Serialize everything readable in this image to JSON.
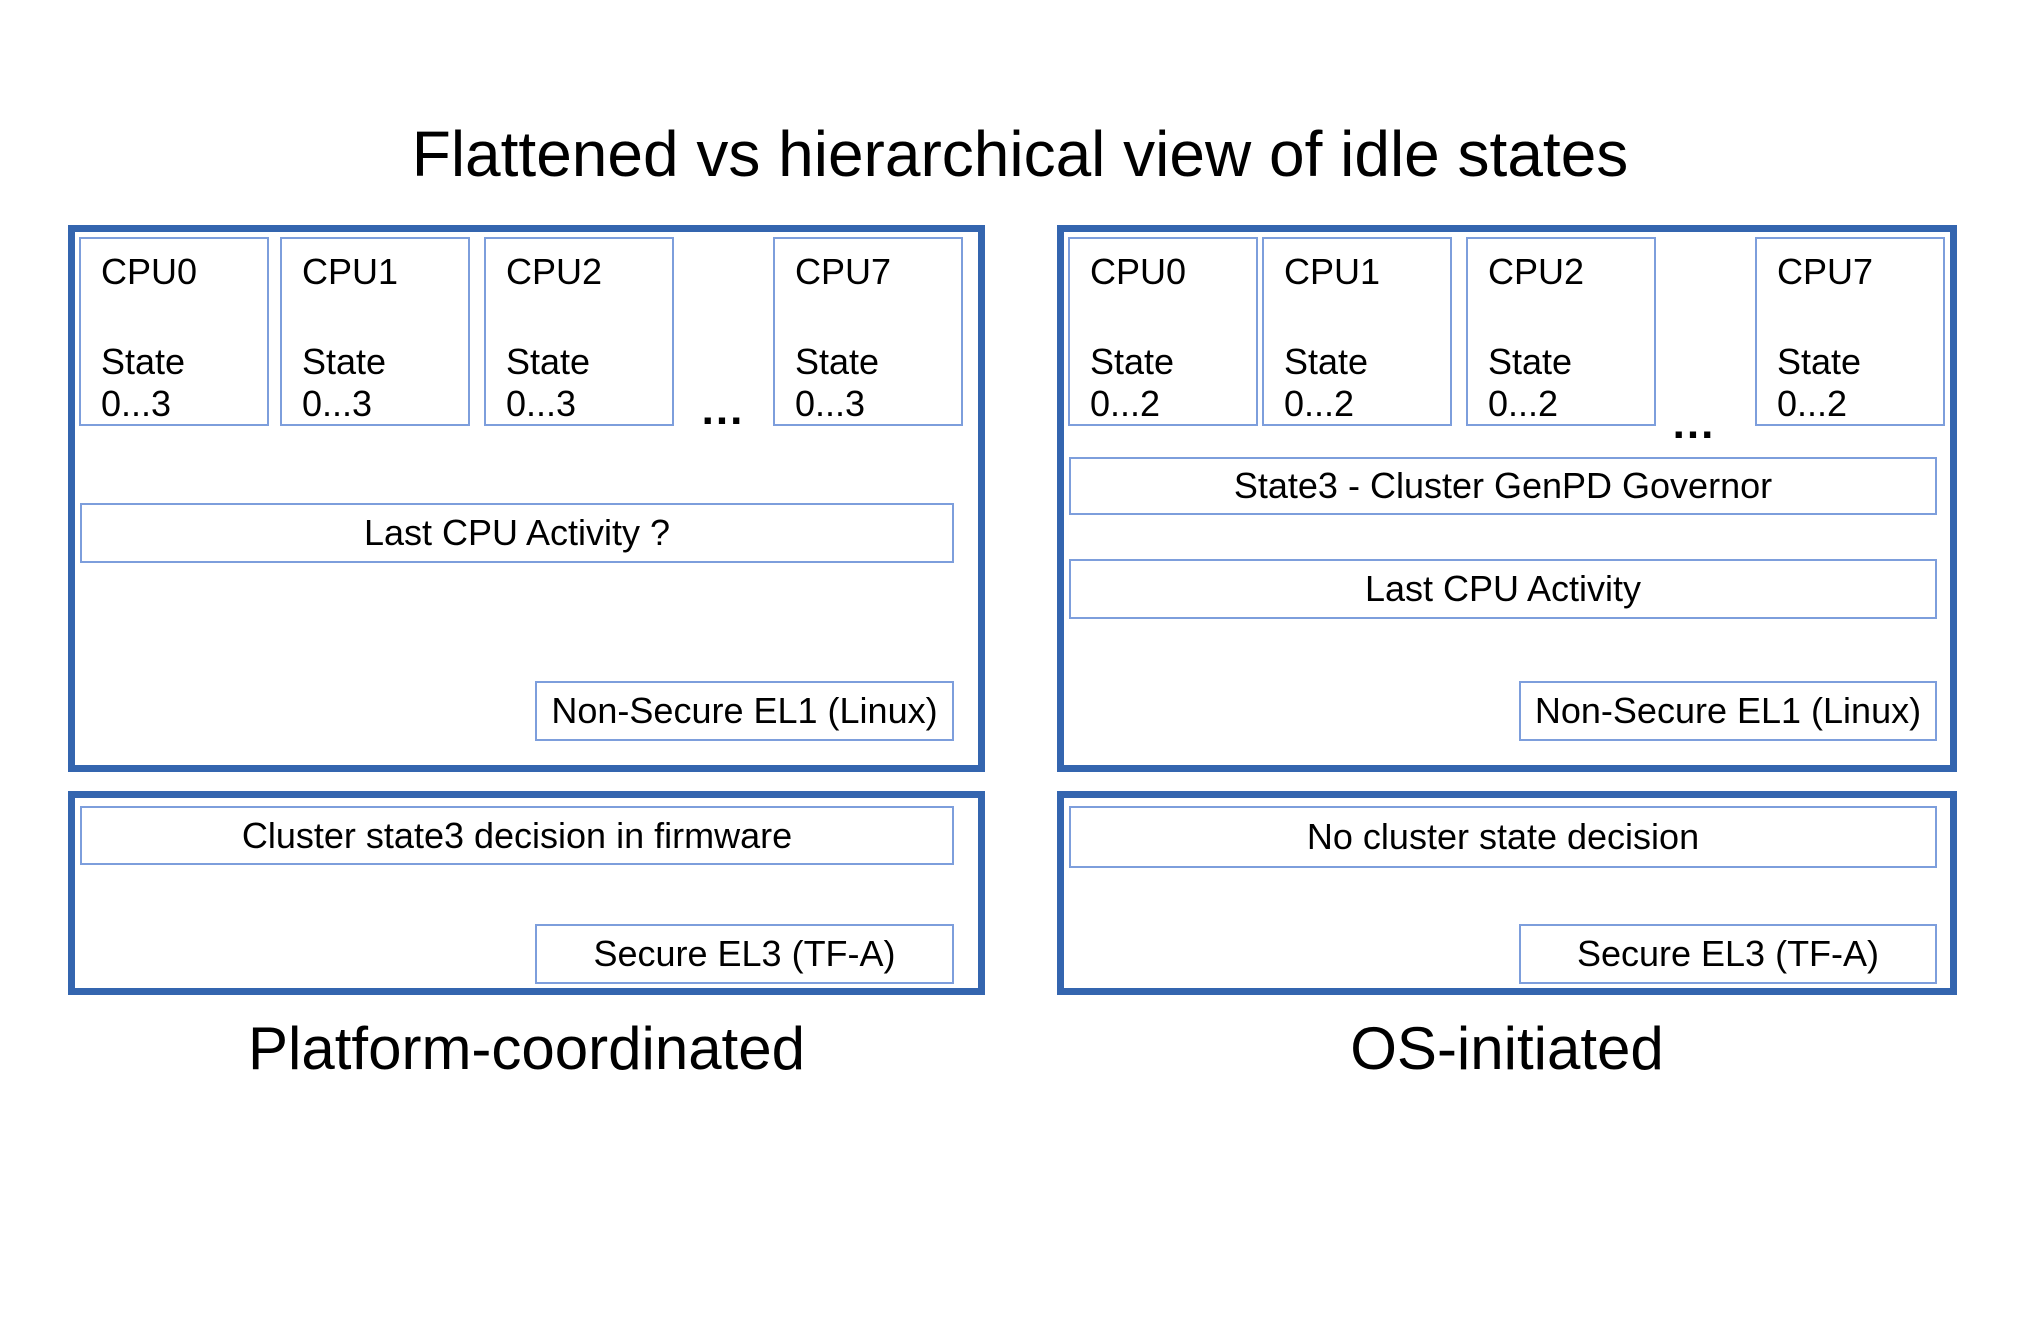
{
  "title": "Flattened vs hierarchical view of idle states",
  "colors": {
    "outer_border": "#3465AF",
    "inner_border": "#7D9EDC",
    "text": "#000000",
    "background": "#FFFFFF"
  },
  "left_panel": {
    "label": "Platform-coordinated",
    "ellipsis": "...",
    "cpus": [
      {
        "name": "CPU0",
        "state_label": "State",
        "state_range": "0...3"
      },
      {
        "name": "CPU1",
        "state_label": "State",
        "state_range": "0...3"
      },
      {
        "name": "CPU2",
        "state_label": "State",
        "state_range": "0...3"
      },
      {
        "name": "CPU7",
        "state_label": "State",
        "state_range": "0...3"
      }
    ],
    "activity_box": "Last CPU Activity ?",
    "el1_box": "Non-Secure EL1 (Linux)",
    "cluster_box": "Cluster state3 decision in firmware",
    "el3_box": "Secure EL3 (TF-A)"
  },
  "right_panel": {
    "label": "OS-initiated",
    "ellipsis": "...",
    "cpus": [
      {
        "name": "CPU0",
        "state_label": "State",
        "state_range": "0...2"
      },
      {
        "name": "CPU1",
        "state_label": "State",
        "state_range": "0...2"
      },
      {
        "name": "CPU2",
        "state_label": "State",
        "state_range": "0...2"
      },
      {
        "name": "CPU7",
        "state_label": "State",
        "state_range": "0...2"
      }
    ],
    "governor_box": "State3 - Cluster GenPD Governor",
    "activity_box": "Last CPU Activity",
    "el1_box": "Non-Secure EL1 (Linux)",
    "cluster_box": "No cluster state decision",
    "el3_box": "Secure EL3 (TF-A)"
  }
}
